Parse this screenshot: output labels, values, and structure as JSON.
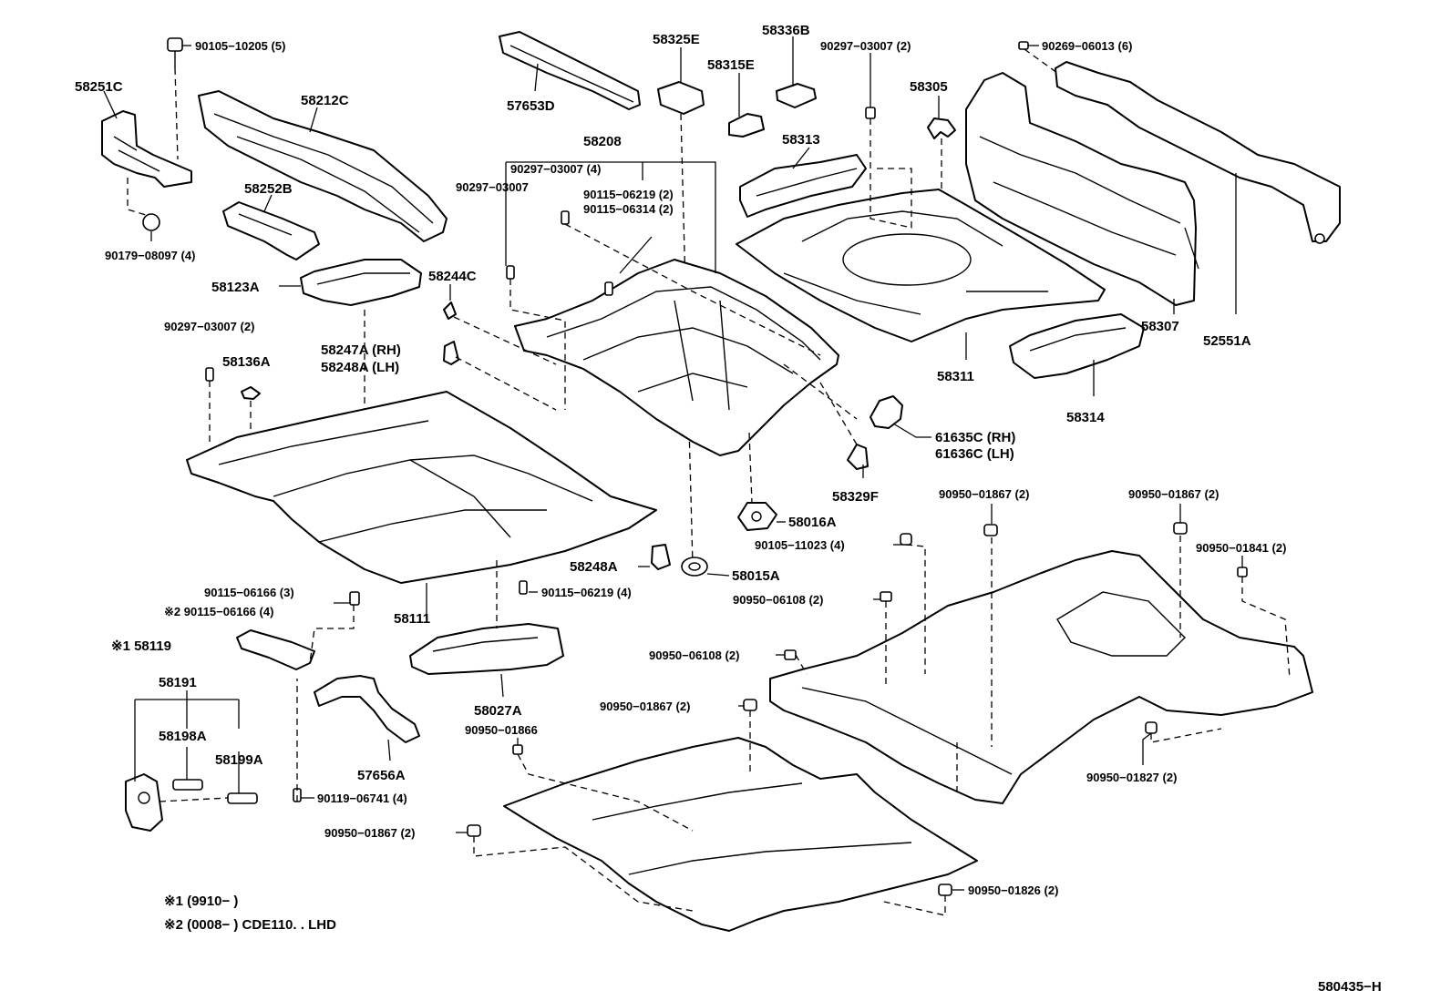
{
  "labels": {
    "l_90105_10205": "90105−10205 (5)",
    "l_58251C": "58251C",
    "l_58212C": "58212C",
    "l_58252B": "58252B",
    "l_90179_08097": "90179−08097 (4)",
    "l_58123A": "58123A",
    "l_58244C": "58244C",
    "l_90297_03007_2a": "90297−03007 (2)",
    "l_58136A": "58136A",
    "l_58247A": "58247A (RH)",
    "l_58248A_LH": "58248A (LH)",
    "l_57653D": "57653D",
    "l_58325E": "58325E",
    "l_58336B": "58336B",
    "l_58315E": "58315E",
    "l_90297_03007_2b": "90297−03007 (2)",
    "l_58208": "58208",
    "l_90297_03007_4": "90297−03007 (4)",
    "l_90297_03007": "90297−03007",
    "l_90115_06219_2": "90115−06219 (2)",
    "l_90115_06314_2": "90115−06314 (2)",
    "l_58313": "58313",
    "l_58305": "58305",
    "l_90269_06013": "90269−06013 (6)",
    "l_58307": "58307",
    "l_52551A": "52551A",
    "l_58311": "58311",
    "l_58314": "58314",
    "l_61635C": "61635C (RH)",
    "l_61636C": "61636C (LH)",
    "l_58329F": "58329F",
    "l_58016A": "58016A",
    "l_90105_11023": "90105−11023 (4)",
    "l_58015A": "58015A",
    "l_58248A": "58248A",
    "l_90115_06219_4": "90115−06219 (4)",
    "l_90115_06166_3": "90115−06166 (3)",
    "l_90115_06166_4": "※2 90115−06166 (4)",
    "l_58111": "58111",
    "l_58119": "※1 58119",
    "l_58191": "58191",
    "l_58198A": "58198A",
    "l_58199A": "58199A",
    "l_58027A": "58027A",
    "l_57656A": "57656A",
    "l_90119_06741": "90119−06741 (4)",
    "l_90950_01866": "90950−01866",
    "l_90950_01867_a": "90950−01867 (2)",
    "l_90950_01867_b": "90950−01867 (2)",
    "l_90950_01867_c": "90950−01867 (2)",
    "l_90950_01867_d": "90950−01867 (2)",
    "l_90950_01841": "90950−01841 (2)",
    "l_90950_06108_a": "90950−06108 (2)",
    "l_90950_06108_b": "90950−06108 (2)",
    "l_90950_01827": "90950−01827 (2)",
    "l_90950_01826": "90950−01826 (2)",
    "note1": "※1 (9910−        )",
    "note2": "※2 (0008−        ) CDE110. . LHD",
    "figure_code": "580435−H"
  }
}
